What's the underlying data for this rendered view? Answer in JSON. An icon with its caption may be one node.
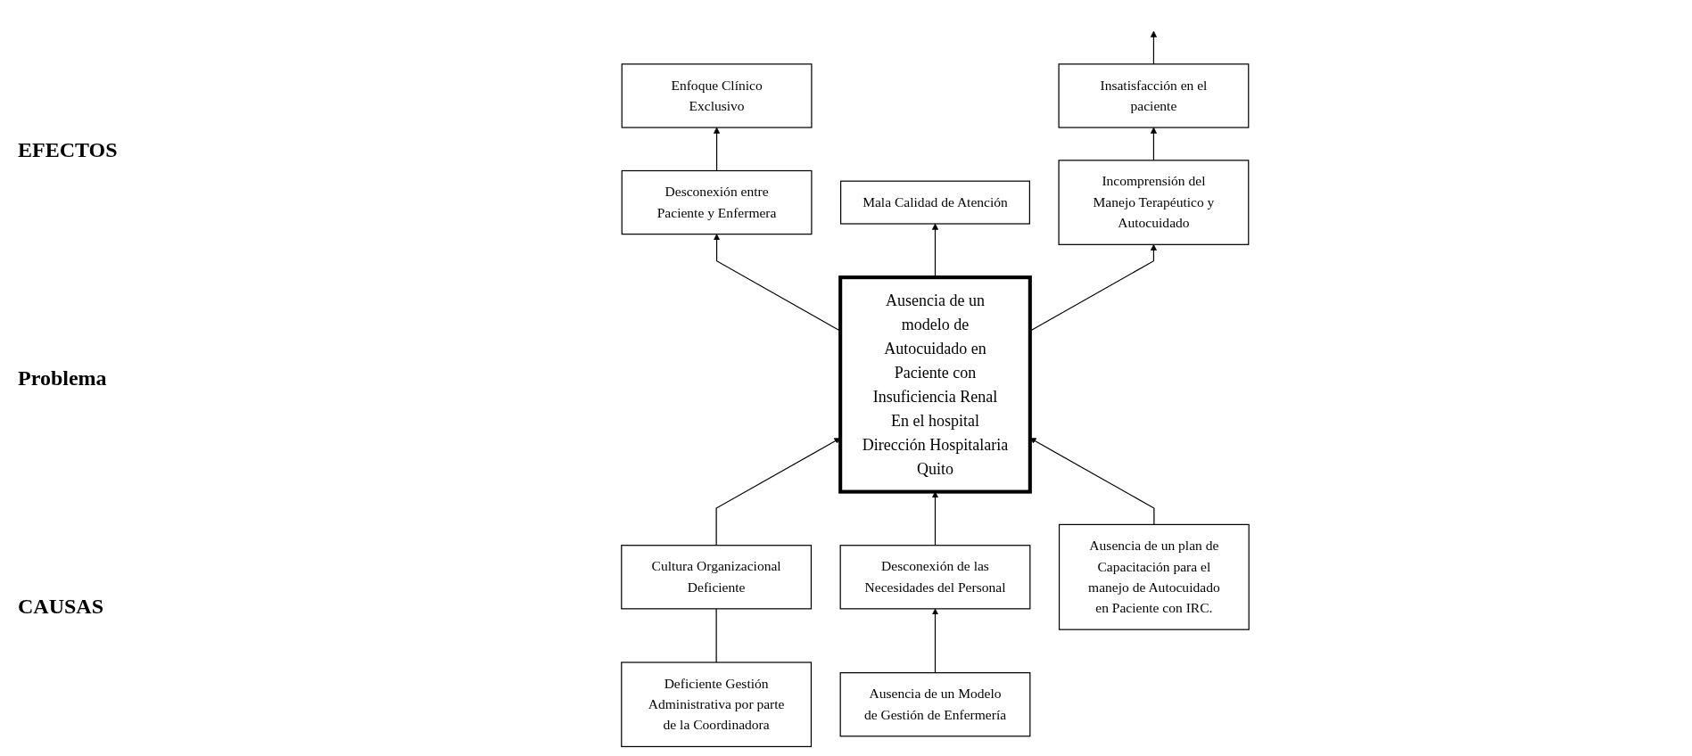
{
  "diagram": {
    "nodes": [
      {
        "text": [
          "Enfoque Clínico Exclusivo"
        ]
      },
      {
        "text": [
          "Insatisfacción en el paciente"
        ]
      },
      {
        "text": [
          "Desconexión entre Paciente y Enfermera"
        ]
      },
      {
        "text": [
          "Mala Calidad de Atención"
        ]
      },
      {
        "text": [
          "Incomprensión del Manejo Terapéutico y Autocuidado"
        ]
      },
      {
        "text": [
          "Ausencia de un modelo de Autocuidado en Paciente con Insuficiencia Renal En el hospital Dirección Hospitalaria Quito"
        ]
      },
      {
        "text": [
          "Cultura Organizacional Deficiente"
        ]
      },
      {
        "text": [
          "Desconexión de las Necesidades del Personal"
        ]
      },
      {
        "text": [
          "Ausencia de un plan de Capacitación para el manejo de Autocuidado en Paciente con IRC."
        ]
      },
      {
        "text": [
          "Deficiente Gestión Administrativa por parte de la Coordinadora"
        ]
      },
      {
        "text": [
          "Ausencia de un Modelo de Gestión de Enfermería"
        ]
      }
    ],
    "edges": [
      {
        "from": 2,
        "to": 0,
        "arrow": "to"
      },
      {
        "from": 4,
        "to": 1,
        "arrow": "to"
      },
      {
        "from": 1,
        "to": null,
        "arrow": "to"
      },
      {
        "from": 5,
        "to": 2,
        "arrow": "to"
      },
      {
        "from": 5,
        "to": 3,
        "arrow": "to"
      },
      {
        "from": 5,
        "to": 4,
        "arrow": "to"
      },
      {
        "from": 6,
        "to": 5,
        "arrow": "to"
      },
      {
        "from": 7,
        "to": 5,
        "arrow": "to"
      },
      {
        "from": 8,
        "to": 5,
        "arrow": "to"
      },
      {
        "from": 9,
        "to": 6,
        "arrow": "none"
      },
      {
        "from": 10,
        "to": 7,
        "arrow": "to"
      }
    ],
    "labels": [
      "EFECTOS",
      "Problema",
      "CAUSAS"
    ]
  }
}
